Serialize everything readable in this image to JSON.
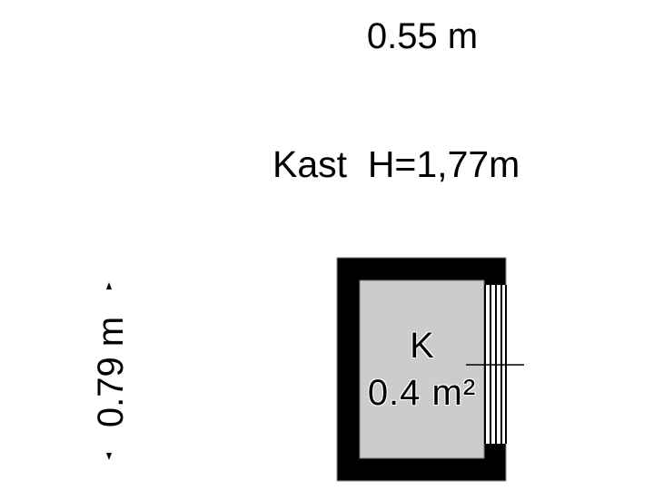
{
  "dimensions": {
    "width_label": "0.55 m",
    "depth_label": "0.79 m"
  },
  "title": {
    "text": "Kast  H=1,77m"
  },
  "room": {
    "code": "K",
    "area": "0.4 m²",
    "fill_color": "#cccccc",
    "wall_color": "#000000"
  },
  "icons": {
    "arrow_up": "dimension-arrow-up",
    "arrow_down": "dimension-arrow-down"
  }
}
